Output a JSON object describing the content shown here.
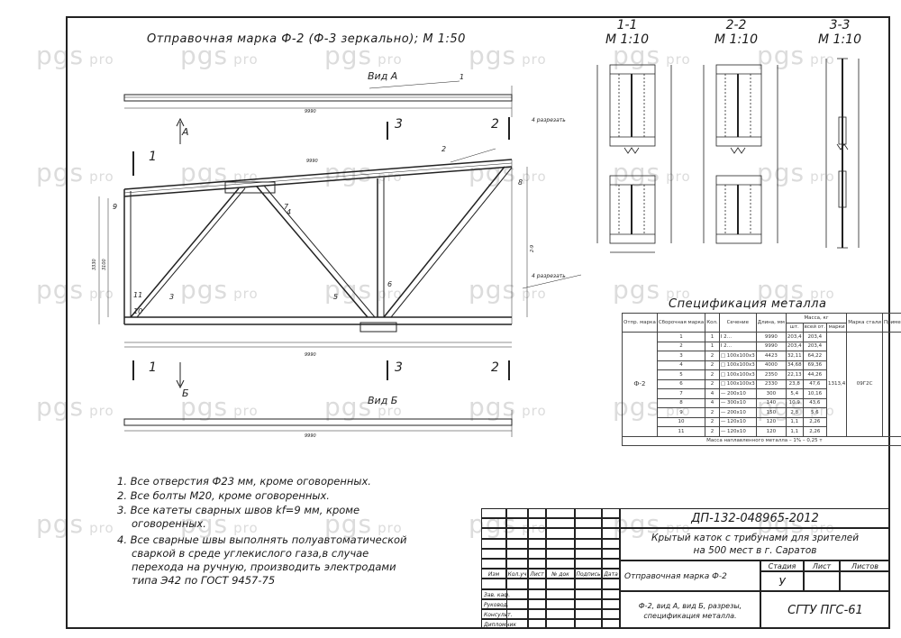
{
  "watermark": {
    "brand": "pgs",
    "suffix": "pro"
  },
  "drawing": {
    "title": "Отправочная марка Ф-2 (Ф-3 зеркально); М 1:50",
    "view_a": "Вид  А",
    "view_b": "Вид  Б",
    "arrow_a": "А",
    "arrow_b": "Б",
    "cut_marks": [
      "1",
      "2",
      "3"
    ],
    "positions": [
      "1",
      "2",
      "3",
      "4",
      "5",
      "6",
      "7",
      "8",
      "9",
      "10",
      "11"
    ],
    "dims": {
      "span": "9990",
      "top_chord": "9990",
      "left_height": "3330",
      "left_inner": "3100",
      "right_height": "2-9"
    },
    "notes_labels": {
      "four_holes": "4 разрезать"
    }
  },
  "sections": [
    {
      "name": "1-1",
      "scale": "М 1:10"
    },
    {
      "name": "2-2",
      "scale": "М 1:10"
    },
    {
      "name": "3-3",
      "scale": "М 1:10"
    }
  ],
  "notes": [
    "1. Все отверстия Ф23 мм, кроме оговоренных.",
    "2. Все болты М20, кроме оговоренных.",
    "3. Все катеты сварных швов kf=9 мм, кроме",
    "оговоренных.",
    "4. Все сварные швы выполнять полуавтоматической",
    "сваркой в среде углекислого газа,в случае",
    "перехода на ручную, производить электродами",
    "типа Э42 по ГОСТ 9457-75"
  ],
  "spec": {
    "title": "Спецификация металла",
    "headers": [
      "Отпр. марка",
      "Сборочная марка",
      "Кол.",
      "Сечение",
      "Длина, мм",
      "Масса, кг",
      "Марка стали",
      "Примеч."
    ],
    "subheaders": [
      "шт.",
      "всей от.",
      "марки"
    ],
    "mark": "Ф-2",
    "steel": "09Г2С",
    "total_mass_mark": "1313,4",
    "rows": [
      [
        "1",
        "1",
        "I 2…",
        "9990",
        "203,4",
        "203,4"
      ],
      [
        "2",
        "1",
        "I 2…",
        "9990",
        "203,4",
        "203,4"
      ],
      [
        "3",
        "2",
        "□ 100х100х3",
        "4423",
        "32,11",
        "64,22"
      ],
      [
        "4",
        "2",
        "□ 100х100х3",
        "4000",
        "34,68",
        "69,36"
      ],
      [
        "5",
        "2",
        "□ 100х100х3",
        "2350",
        "22,13",
        "44,26"
      ],
      [
        "6",
        "2",
        "□ 100х100х3",
        "2330",
        "23,8",
        "47,6"
      ],
      [
        "7",
        "4",
        "— 200х10",
        "300",
        "5,4",
        "10,16"
      ],
      [
        "8",
        "4",
        "— 300х10",
        "140",
        "10,9",
        "43,6"
      ],
      [
        "9",
        "2",
        "— 200х10",
        "150",
        "2,8",
        "5,6"
      ],
      [
        "10",
        "2",
        "— 120х10",
        "120",
        "1,1",
        "2,26"
      ],
      [
        "11",
        "2",
        "— 120х10",
        "120",
        "1,1",
        "2,26"
      ]
    ],
    "footer": "Масса наплавленного металла – 1%  – 0,25 т"
  },
  "stamp": {
    "code": "ДП-132-048965-2012",
    "project_line1": "Крытый каток с трибунами для зрителей",
    "project_line2": "на 500 мест в г. Саратов",
    "sheet_title": "Отправочная марка Ф-2",
    "sheet_desc1": "Ф-2, вид А, вид Б, разрезы,",
    "sheet_desc2": "спецификация металла.",
    "stage_label": "Стадия",
    "sheet_label": "Лист",
    "sheets_label": "Листов",
    "stage_value": "У",
    "org": "СГТУ ПГС-61",
    "col_heads": [
      "Изм",
      "Кол.уч",
      "Лист",
      "№ док",
      "Подпись",
      "Дата"
    ],
    "roles": [
      "Зав. каф.",
      "Руковод.",
      "Консульт.",
      "Дипломник"
    ]
  }
}
